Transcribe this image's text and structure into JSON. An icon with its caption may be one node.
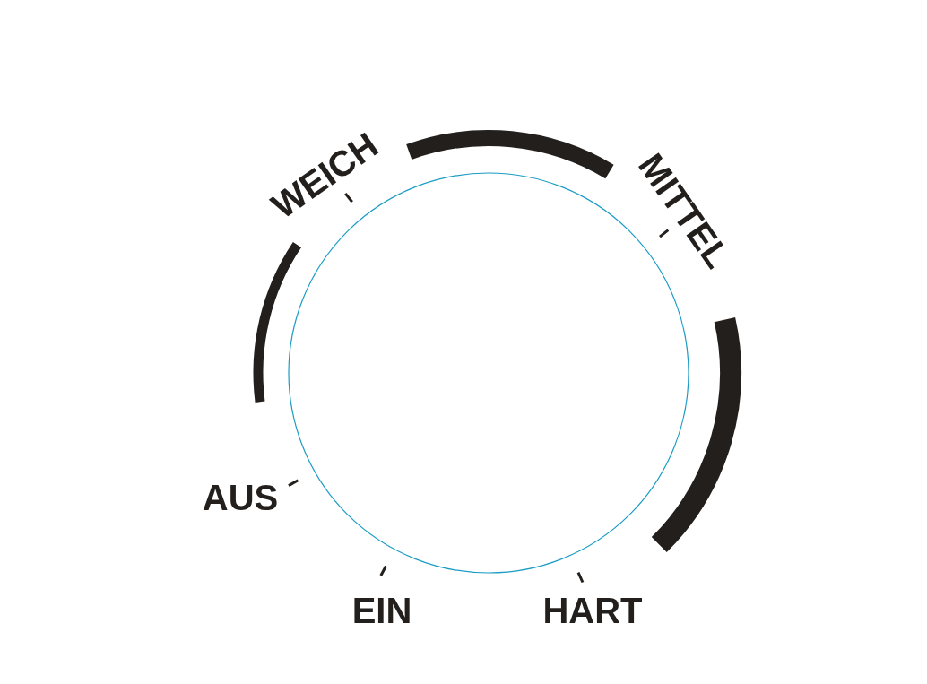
{
  "diagram": {
    "labels": [
      "WEICH",
      "MITTEL",
      "AUS",
      "EIN",
      "HART"
    ]
  }
}
